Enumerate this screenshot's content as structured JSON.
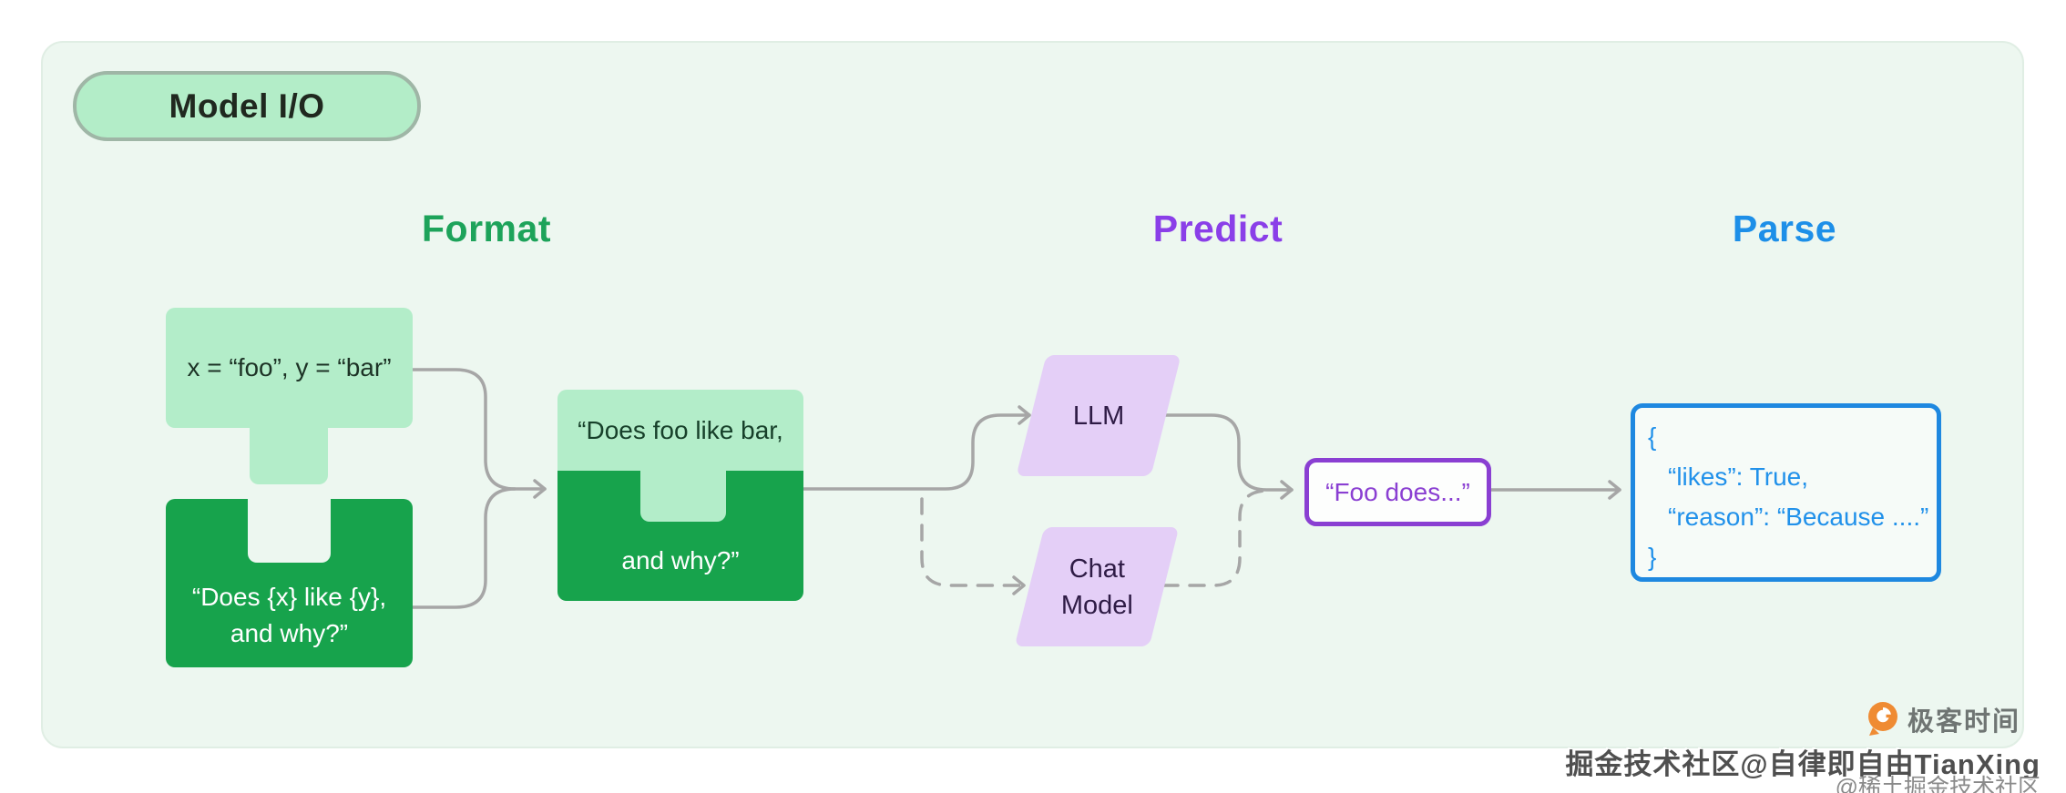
{
  "badge": {
    "label": "Model I/O"
  },
  "columns": {
    "format": {
      "label": "Format",
      "color": "#1da35a"
    },
    "predict": {
      "label": "Predict",
      "color": "#8a3fe8"
    },
    "parse": {
      "label": "Parse",
      "color": "#1d8fe8"
    }
  },
  "nodes": {
    "variables": {
      "text": "x = “foo”, y = “bar”"
    },
    "template": {
      "line1": "“Does {x} like {y},",
      "line2": "and why?”"
    },
    "prompt": {
      "line1": "“Does foo like bar,",
      "line2": "and why?”"
    },
    "llm": {
      "label": "LLM"
    },
    "chat_model": {
      "line1": "Chat",
      "line2": "Model"
    },
    "completion": {
      "text": "“Foo does...”"
    },
    "parsed_output": {
      "lines": [
        "{",
        "“likes”: True,",
        "“reason”: “Because ....”",
        "}"
      ]
    }
  },
  "colors": {
    "panel_bg": "#edf7f0",
    "light_green": "#b3edc9",
    "dark_green": "#17a34c",
    "purple_fill": "#e4cff7",
    "purple_border": "#8a3fd2",
    "blue_border": "#1e88e0",
    "connector_gray": "#a6a6a6"
  },
  "footer": {
    "geektime_label": "极客时间",
    "watermark_line1": "掘金技术社区@自律即自由TianXing",
    "watermark_line2": "@稀土掘金技术社区"
  }
}
